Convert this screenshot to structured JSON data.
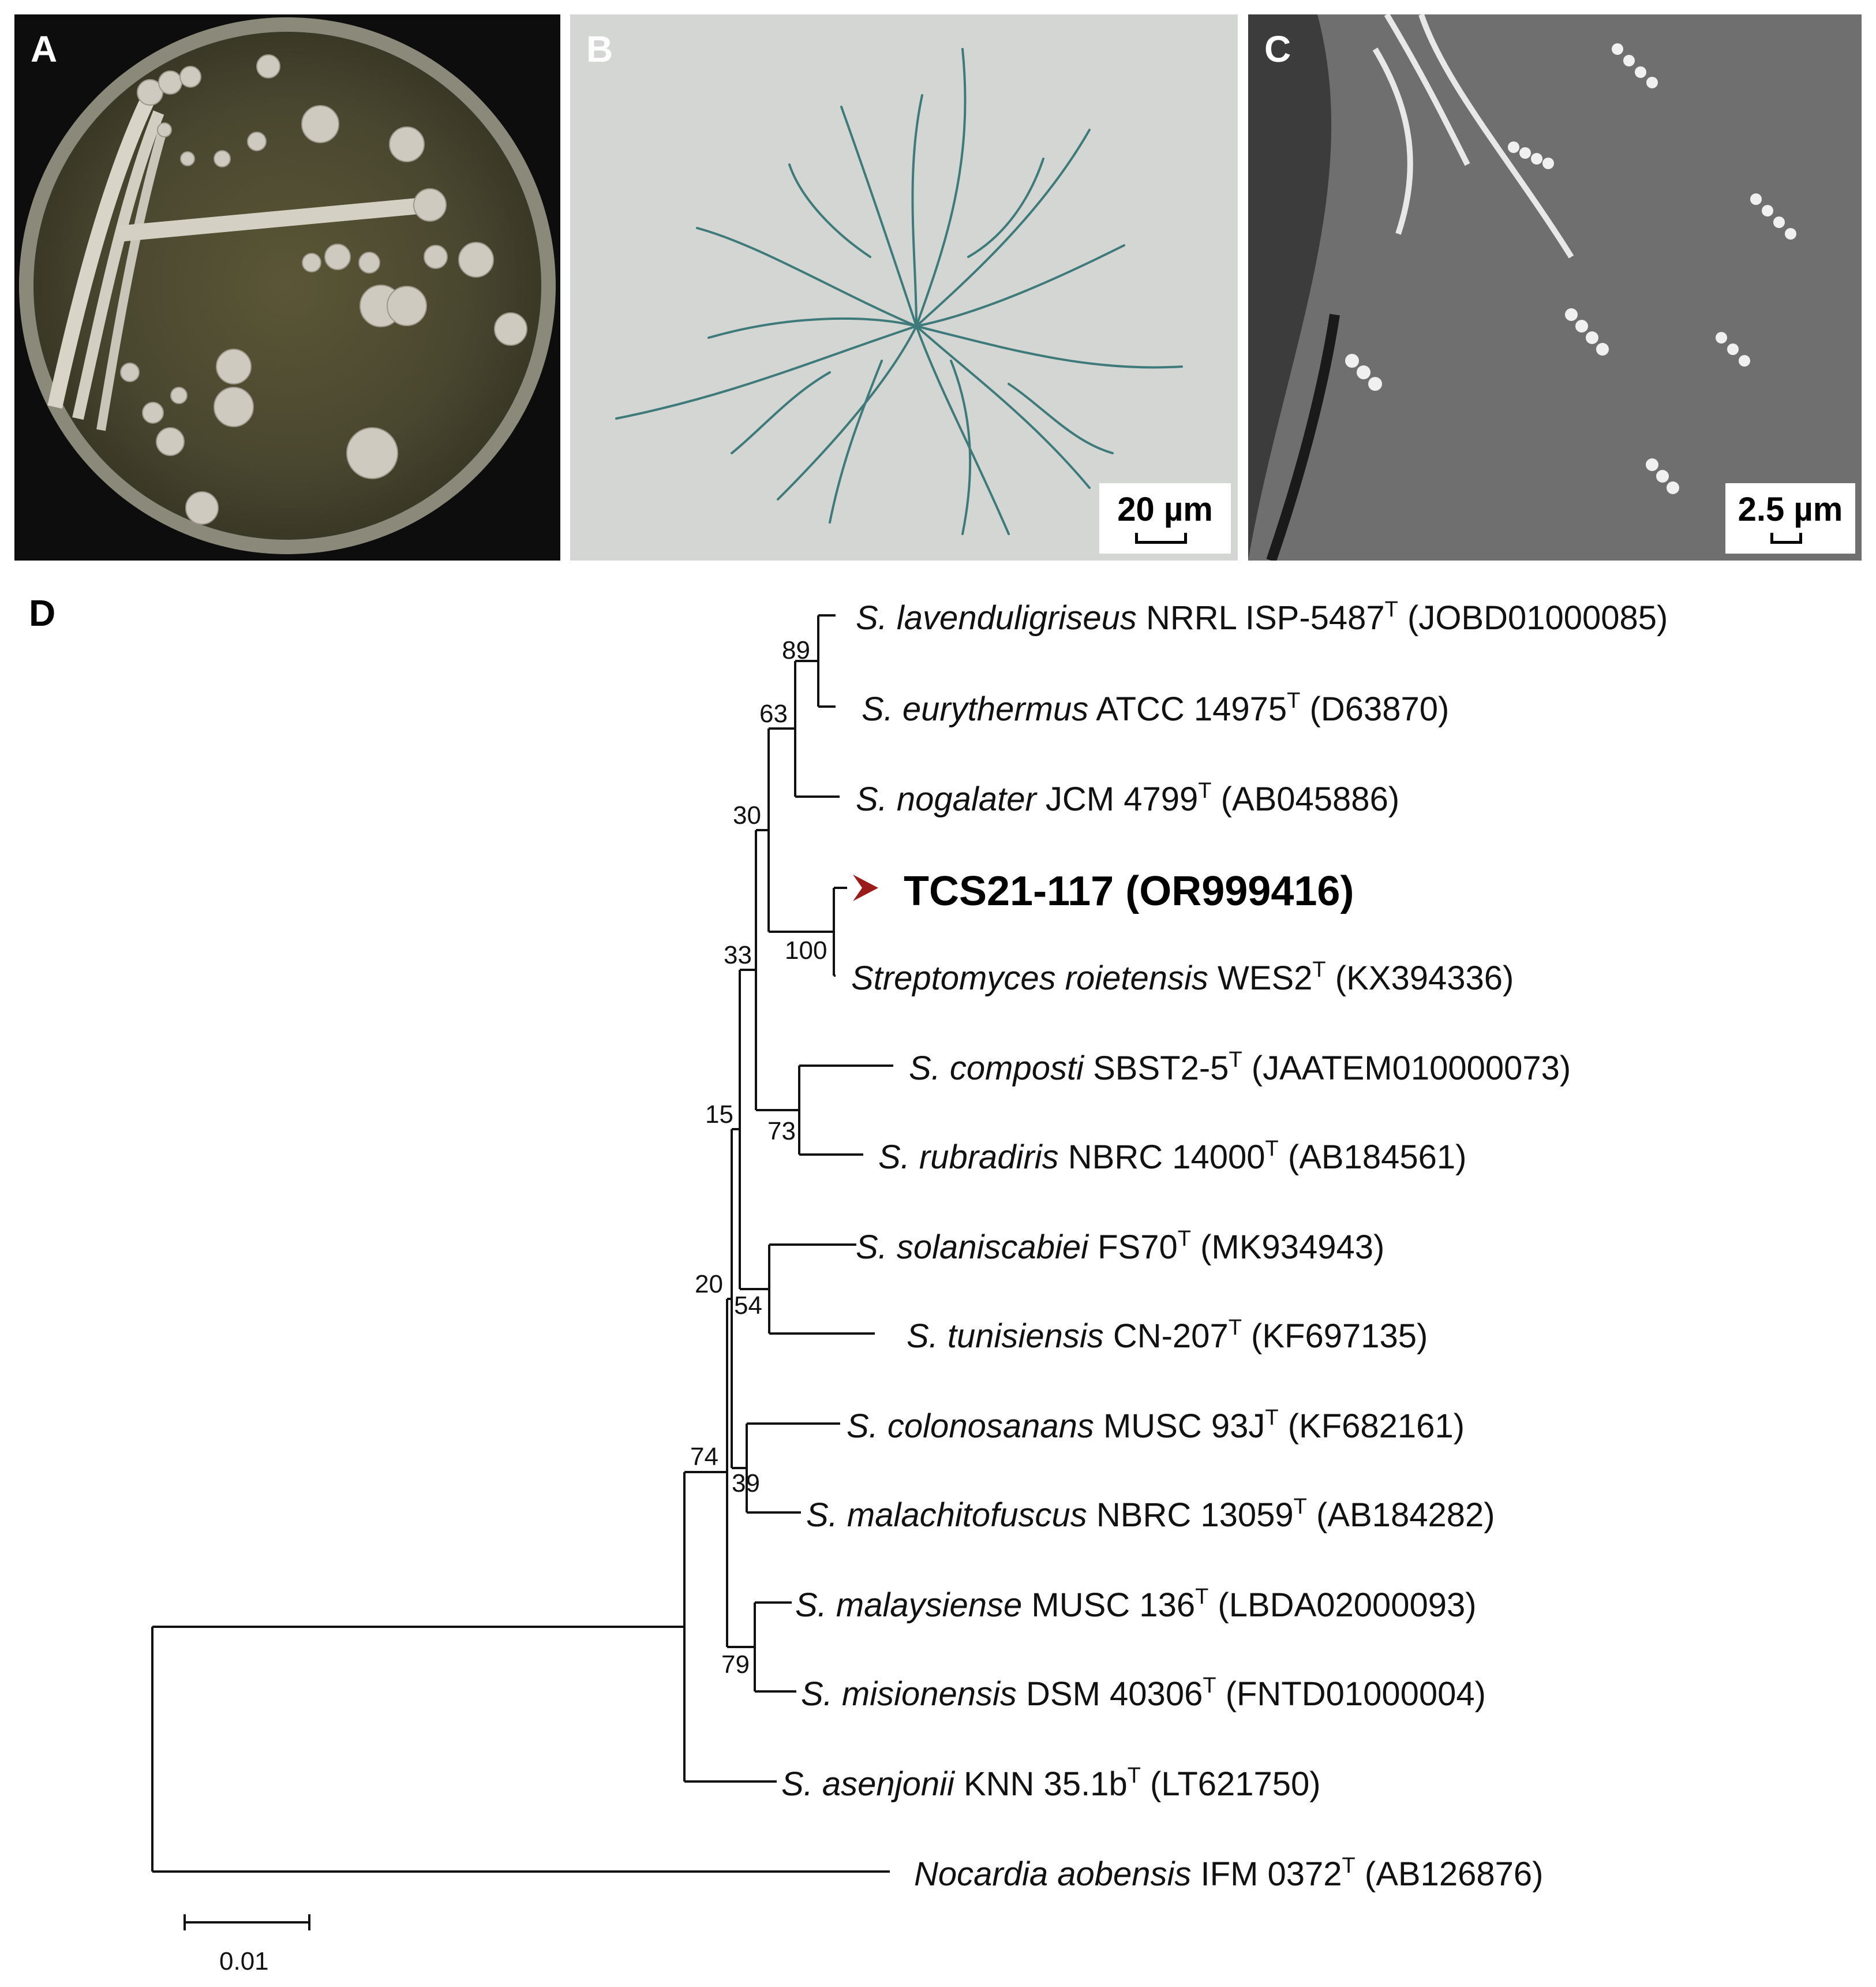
{
  "panels": {
    "A": {
      "letter": "A"
    },
    "B": {
      "letter": "B",
      "scale_label": "20 µm"
    },
    "C": {
      "letter": "C",
      "scale_label": "2.5 µm"
    },
    "D": {
      "letter": "D"
    }
  },
  "tree": {
    "taxa": [
      {
        "name": "S. lavenduligriseus",
        "strain": "NRRL ISP-5487",
        "superscript": "T",
        "accession": "(JOBD01000085)"
      },
      {
        "name": "S. eurythermus",
        "strain": "ATCC 14975",
        "superscript": "T",
        "accession": "(D63870)"
      },
      {
        "name": "S. nogalater",
        "strain": "JCM 4799",
        "superscript": "T",
        "accession": "(AB045886)"
      },
      {
        "name": "",
        "strain": "TCS21-117 (OR999416)",
        "superscript": "",
        "accession": ""
      },
      {
        "name": "Streptomyces roietensis",
        "strain": "WES2",
        "superscript": "T",
        "accession": "(KX394336)"
      },
      {
        "name": "S. composti",
        "strain": "SBST2-5",
        "superscript": "T",
        "accession": "(JAATEM010000073)"
      },
      {
        "name": "S. rubradiris",
        "strain": "NBRC 14000",
        "superscript": "T",
        "accession": "(AB184561)"
      },
      {
        "name": "S. solaniscabiei",
        "strain": "FS70",
        "superscript": "T",
        "accession": "(MK934943)"
      },
      {
        "name": "S. tunisiensis",
        "strain": "CN-207",
        "superscript": "T",
        "accession": "(KF697135)"
      },
      {
        "name": "S. colonosanans",
        "strain": "MUSC 93J",
        "superscript": "T",
        "accession": "(KF682161)"
      },
      {
        "name": "S. malachitofuscus",
        "strain": "NBRC 13059",
        "superscript": "T",
        "accession": "(AB184282)"
      },
      {
        "name": "S. malaysiense",
        "strain": "MUSC 136",
        "superscript": "T",
        "accession": "(LBDA02000093)"
      },
      {
        "name": "S. misionensis",
        "strain": "DSM 40306",
        "superscript": "T",
        "accession": "(FNTD01000004)"
      },
      {
        "name": "S. asenjonii",
        "strain": "KNN 35.1b",
        "superscript": "T",
        "accession": "(LT621750)"
      },
      {
        "name": "Nocardia aobensis",
        "strain": "IFM 0372",
        "superscript": "T",
        "accession": "(AB126876)"
      }
    ],
    "bootstrap": [
      "89",
      "63",
      "30",
      "100",
      "33",
      "73",
      "15",
      "54",
      "20",
      "39",
      "74",
      "79"
    ],
    "scale_label": "0.01",
    "marker_color": "#9b1b1b"
  }
}
